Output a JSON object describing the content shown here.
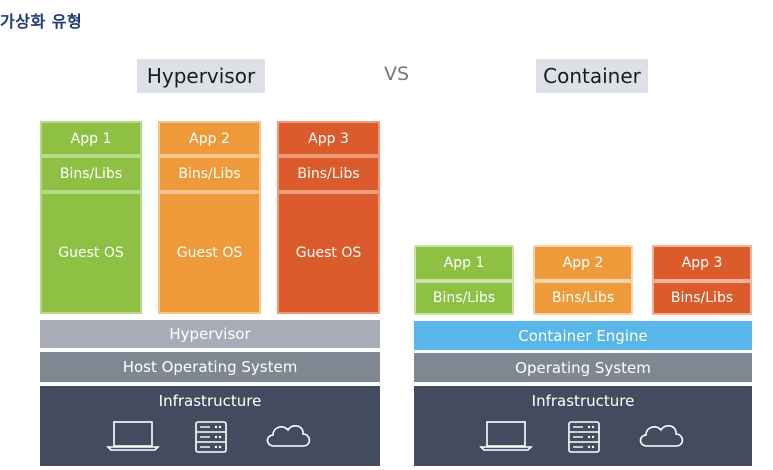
{
  "title": "가상화 유형",
  "hypervisor_side": {
    "heading": "Hypervisor",
    "apps": [
      {
        "app": "App 1",
        "libs": "Bins/Libs",
        "os": "Guest OS",
        "color": "#8dc043"
      },
      {
        "app": "App 2",
        "libs": "Bins/Libs",
        "os": "Guest OS",
        "color": "#ee9a3a"
      },
      {
        "app": "App 3",
        "libs": "Bins/Libs",
        "os": "Guest OS",
        "color": "#dc5b2c"
      }
    ],
    "layer_hypervisor": "Hypervisor",
    "layer_host_os": "Host Operating System",
    "layer_infra": "Infrastructure"
  },
  "vs_label": "VS",
  "container_side": {
    "heading": "Container",
    "apps": [
      {
        "app": "App 1",
        "libs": "Bins/Libs",
        "color": "#8dc043"
      },
      {
        "app": "App 2",
        "libs": "Bins/Libs",
        "color": "#ee9a3a"
      },
      {
        "app": "App 3",
        "libs": "Bins/Libs",
        "color": "#dc5b2c"
      }
    ],
    "layer_engine": "Container Engine",
    "layer_os": "Operating System",
    "layer_infra": "Infrastructure"
  },
  "infra_icons": [
    "laptop-icon",
    "server-icon",
    "cloud-icon"
  ],
  "colors": {
    "title": "#1f3b73",
    "heading_bg": "#dde1e7",
    "hypervisor_layer": "#a7acb7",
    "host_os_layer": "#7f8792",
    "container_engine": "#59b6e8",
    "infrastructure": "#434c5e"
  }
}
